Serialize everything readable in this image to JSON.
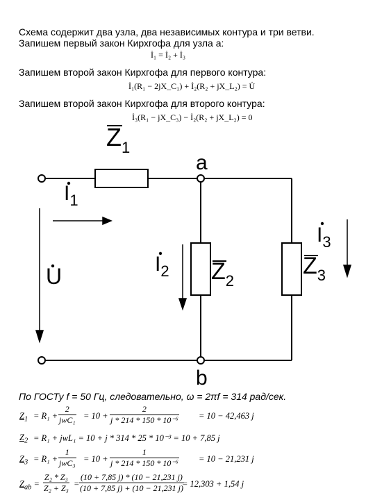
{
  "intro": {
    "line1": "Схема содержит два узла, два независимых контура и три ветви.",
    "line2": "Запишем первый закон Кирхгофа для узла a:",
    "eq1": "İ₁ = İ₂ + İ₃",
    "line3": "Запишем второй закон Кирхгофа для первого контура:",
    "eq2": "İ₁(R₁ − 2jX_C₁) + İ₂(R₂ + jX_L₂) = U̇",
    "line4": "Запишем второй закон Кирхгофа для второго контура:",
    "eq3": "İ₃(R₁ − jX_C₃) − İ₂(R₂ + jX_L₂) = 0"
  },
  "circuit": {
    "z1": "Z",
    "z1_sub": "1",
    "z2": "Z",
    "z2_sub": "2",
    "z3": "Z",
    "z3_sub": "3",
    "i1": "I",
    "i1_sub": "1",
    "i2": "I",
    "i2_sub": "2",
    "i3": "I",
    "i3_sub": "3",
    "u": "U",
    "node_a": "a",
    "node_b": "b"
  },
  "calc": {
    "note": "По ГОСТу f = 50 Гц, следовательно, ω = 2πf = 314 рад/сек.",
    "z1_lhs": "Z",
    "z1_lhs_sub": "1",
    "z1_a": "= R₁ +",
    "z1_f1_num": "2",
    "z1_f1_den": "jwC₁",
    "z1_b": "= 10 +",
    "z1_f2_num": "2",
    "z1_f2_den": "j * 214 * 150 * 10⁻⁶",
    "z1_c": "= 10 − 42,463 j",
    "z2_lhs": "Z",
    "z2_lhs_sub": "2",
    "z2_rest": "= R₁ + jwL₁ = 10 + j * 314 * 25 * 10⁻³ = 10 + 7,85 j",
    "z3_lhs": "Z",
    "z3_lhs_sub": "3",
    "z3_a": "= R₁ +",
    "z3_f1_num": "1",
    "z3_f1_den": "jwC₃",
    "z3_b": "= 10 +",
    "z3_f2_num": "1",
    "z3_f2_den": "j * 214 * 150 * 10⁻⁶",
    "z3_c": "= 10 − 21,231 j",
    "zab_lhs": "Z",
    "zab_lhs_sub": "ab",
    "zab_f1_num": "Z₂ * Z₃",
    "zab_f1_den": "Z₂ + Z₃",
    "zab_f2_num": "(10 + 7,85 j) * (10 − 21,231 j)",
    "zab_f2_den": "(10 + 7,85 j) + (10 − 21,231 j)",
    "zab_c": "= 12,303 + 1,54 j"
  }
}
